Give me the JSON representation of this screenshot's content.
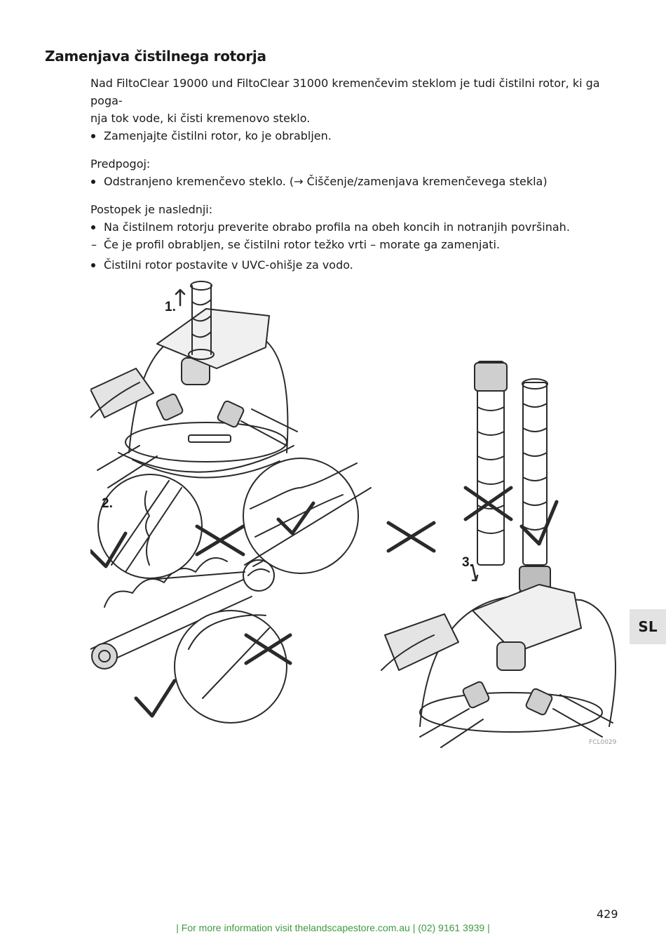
{
  "heading": "Zamenjava čistilnega rotorja",
  "intro_lines": [
    "Nad FiltoClear 19000 und FiltoClear 31000 kremenčevim steklom je tudi čistilni rotor, ki ga poga-",
    "nja tok vode, ki čisti kremenovo steklo."
  ],
  "bullet_replace": "Zamenjajte čistilni rotor, ko je obrabljen.",
  "prerequisite_label": "Predpogoj:",
  "prerequisite_item": "Odstranjeno kremenčevo steklo. (→ Čiščenje/zamenjava kremenčevega stekla)",
  "procedure_label": "Postopek je naslednji:",
  "procedure_steps": [
    "Na čistilnem rotorju preverite obrabo profila na obeh koncih in notranjih površinah.",
    "Če je profil obrabljen, se čistilni rotor težko vrti – morate ga zamenjati.",
    "Čistilni rotor postavite v UVC-ohišje za vodo."
  ],
  "figure": {
    "step1": "1.",
    "step2": "2.",
    "step3": "3.",
    "code": "FCL0029"
  },
  "side_tab": "SL",
  "page_number": "429",
  "footer": "| For more information visit thelandscapestore.com.au | (02) 9161 3939 |"
}
